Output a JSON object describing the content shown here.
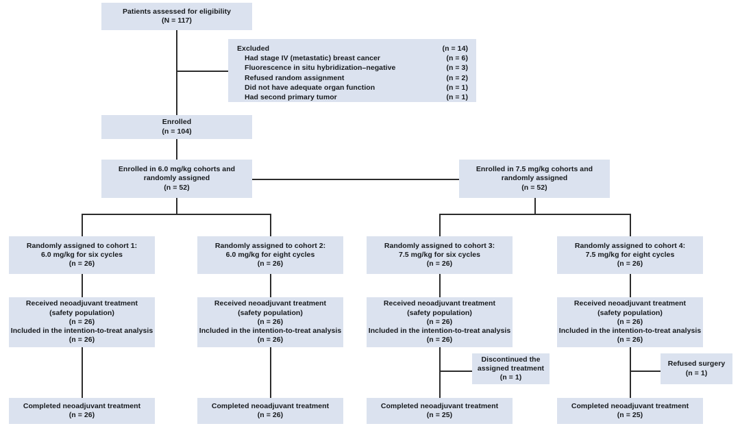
{
  "diagram": {
    "title": "CONSORT patient flow diagram",
    "box_fill": "#dbe2ef",
    "line_color": "#2b2b2b",
    "text_color": "#16191c"
  },
  "nodes": {
    "assessed": {
      "l1": "Patients assessed for eligibility",
      "l2": "(N = 117)"
    },
    "excluded": {
      "heading": "Excluded",
      "heading_n": "(n = 14)",
      "reasons": [
        {
          "label": "Had stage IV (metastatic) breast cancer",
          "n": "(n = 6)"
        },
        {
          "label": "Fluorescence in situ hybridization–negative",
          "n": "(n = 3)"
        },
        {
          "label": "Refused random assignment",
          "n": "(n = 2)"
        },
        {
          "label": "Did not have adequate organ function",
          "n": "(n = 1)"
        },
        {
          "label": "Had second primary tumor",
          "n": "(n = 1)"
        }
      ]
    },
    "enrolled": {
      "l1": "Enrolled",
      "l2": "(n = 104)"
    },
    "enrolled_60": {
      "l1": "Enrolled in 6.0 mg/kg cohorts and",
      "l2": "randomly assigned",
      "l3": "(n = 52)"
    },
    "enrolled_75": {
      "l1": "Enrolled in 7.5 mg/kg cohorts and",
      "l2": "randomly assigned",
      "l3": "(n = 52)"
    },
    "cohort1": {
      "l1": "Randomly assigned to cohort 1:",
      "l2": "6.0 mg/kg for six cycles",
      "l3": "(n = 26)"
    },
    "cohort2": {
      "l1": "Randomly assigned to cohort 2:",
      "l2": "6.0 mg/kg for eight cycles",
      "l3": "(n = 26)"
    },
    "cohort3": {
      "l1": "Randomly assigned to cohort 3:",
      "l2": "7.5 mg/kg for six cycles",
      "l3": "(n = 26)"
    },
    "cohort4": {
      "l1": "Randomly assigned to cohort 4:",
      "l2": "7.5 mg/kg for eight cycles",
      "l3": "(n = 26)"
    },
    "received1": {
      "l1": "Received neoadjuvant treatment",
      "l2": "(safety population)",
      "l3": "(n = 26)",
      "l4": "Included in the intention-to-treat analysis",
      "l5": "(n = 26)"
    },
    "received2": {
      "l1": "Received neoadjuvant treatment",
      "l2": "(safety population)",
      "l3": "(n = 26)",
      "l4": "Included in the intention-to-treat analysis",
      "l5": "(n = 26)"
    },
    "received3": {
      "l1": "Received neoadjuvant treatment",
      "l2": "(safety population)",
      "l3": "(n = 26)",
      "l4": "Included in the intention-to-treat analysis",
      "l5": "(n = 26)"
    },
    "received4": {
      "l1": "Received neoadjuvant treatment",
      "l2": "(safety population)",
      "l3": "(n = 26)",
      "l4": "Included in the intention-to-treat analysis",
      "l5": "(n = 26)"
    },
    "discontinued3": {
      "l1": "Discontinued the",
      "l2": "assigned treatment",
      "l3": "(n = 1)"
    },
    "refused4": {
      "l1": "Refused surgery",
      "l2": "(n = 1)"
    },
    "completed1": {
      "l1": "Completed neoadjuvant treatment",
      "l2": "(n = 26)"
    },
    "completed2": {
      "l1": "Completed neoadjuvant treatment",
      "l2": "(n = 26)"
    },
    "completed3": {
      "l1": "Completed neoadjuvant treatment",
      "l2": "(n = 25)"
    },
    "completed4": {
      "l1": "Completed neoadjuvant treatment",
      "l2": "(n = 25)"
    }
  }
}
